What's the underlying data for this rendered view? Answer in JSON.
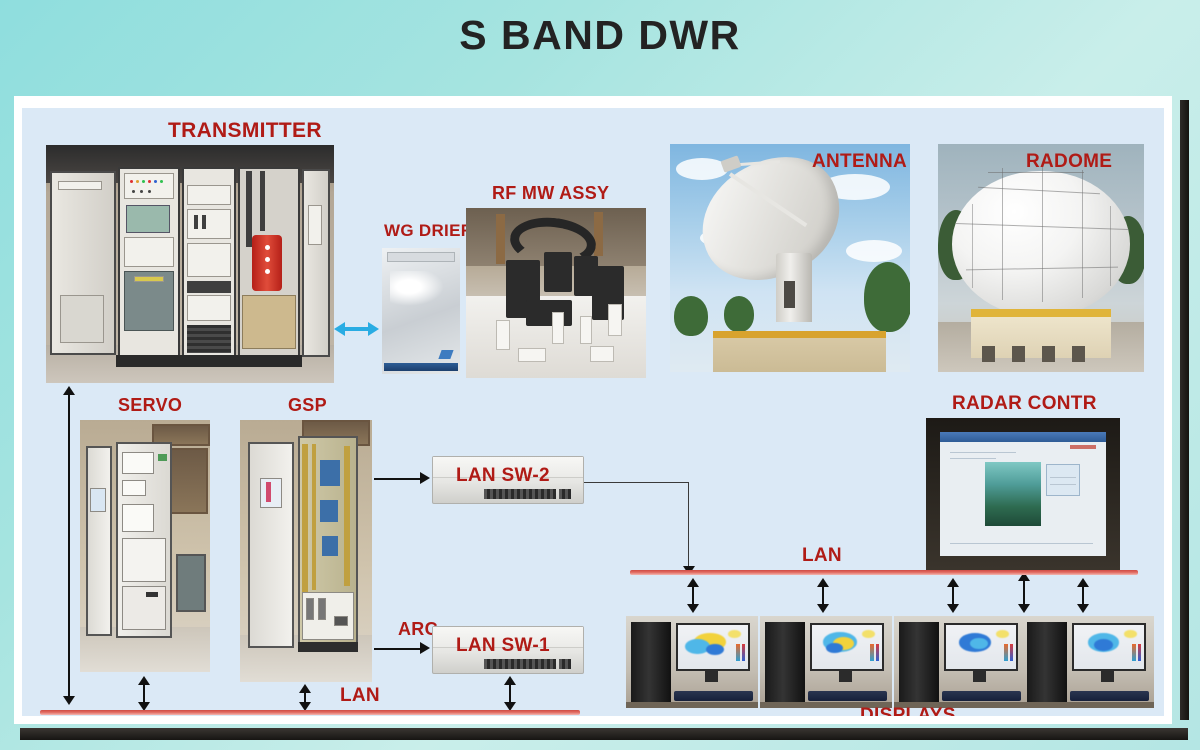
{
  "title": "S BAND DWR",
  "header_note": "S BAND DWR",
  "labels": {
    "transmitter": "TRANSMITTER",
    "wg_drier": "WG DRIER",
    "rf_mw_assy": "RF MW ASSY",
    "antenna": "ANTENNA",
    "radome": "RADOME",
    "servo": "SERVO",
    "gsp": "GSP",
    "radar_contr": "RADAR CONTR",
    "lan_sw_2": "LAN SW-2",
    "lan_sw_1": "LAN SW-1",
    "arc": "ARC",
    "lan_right": "LAN",
    "lan_bottom": "LAN",
    "displays": "DISPLAYS"
  },
  "colors": {
    "label_red": "#b01b16",
    "title_dark": "#232323",
    "canvas_bg": "#dbe9f6",
    "page_bg_teal": "#8fdede",
    "lan_bus": "#cf4b44",
    "cyan_arrow": "#29ace3",
    "connector": "#111111"
  },
  "diagram": {
    "type": "block-diagram",
    "nodes": [
      "TRANSMITTER",
      "WG DRIER",
      "RF MW ASSY",
      "ANTENNA",
      "RADOME",
      "SERVO",
      "GSP",
      "RADAR CONTR",
      "LAN SW-2",
      "LAN SW-1",
      "DISPLAYS",
      "LAN"
    ],
    "connections": [
      "TRANSMITTER <-> WG DRIER",
      "TRANSMITTER <-> LAN (bottom bus)",
      "SERVO <-> LAN (bottom bus)",
      "GSP -> LAN SW-2",
      "GSP <-> LAN (bottom bus)",
      "ARC -> LAN SW-1",
      "LAN SW-1 <-> LAN (bottom bus)",
      "LAN SW-2 -> LAN (right bus)",
      "RADAR CONTR <-> LAN (right bus)",
      "DISPLAYS <-> LAN (right bus)"
    ]
  }
}
